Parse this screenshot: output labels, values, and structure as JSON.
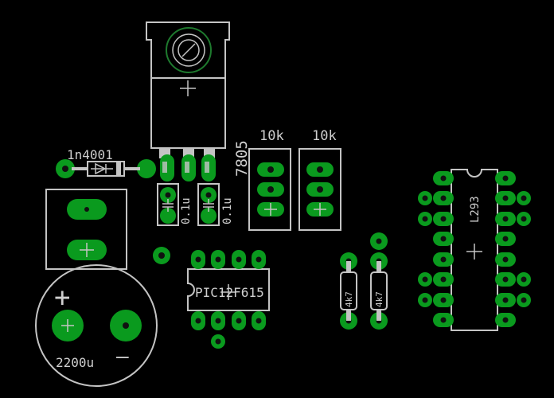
{
  "labels": {
    "regulator": "7805",
    "pot1": "10k",
    "pot2": "10k",
    "diode": "1n4001",
    "cap1": "0.1u",
    "cap2": "0.1u",
    "mcu": "PIC12F615",
    "motor_driver": "L293",
    "res1": "4k7",
    "res2": "4k7",
    "electrolytic": "2200u",
    "plus_sign": "+",
    "minus_sign": "—"
  },
  "colors": {
    "background": "#000000",
    "copper_pad": "#0a9a1e",
    "silkscreen": "#c4c4c4",
    "heatsink_ring": "#1e7a2e"
  }
}
